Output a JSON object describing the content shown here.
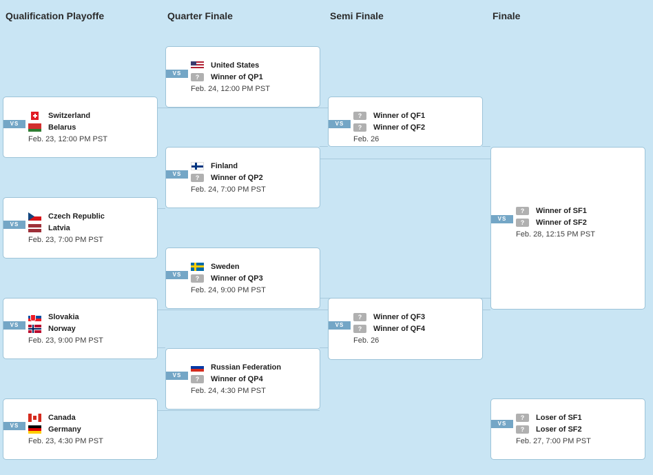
{
  "columns": {
    "qp": "Qualification Playoffe",
    "qf": "Quarter Finale",
    "sf": "Semi Finale",
    "f": "Finale"
  },
  "vs_label": "VS",
  "unknown_glyph": "?",
  "matches": {
    "qp1": {
      "team1": "Switzerland",
      "team2": "Belarus",
      "date": "Feb. 23, 12:00 PM PST"
    },
    "qp2": {
      "team1": "Czech Republic",
      "team2": "Latvia",
      "date": "Feb. 23, 7:00 PM PST"
    },
    "qp3": {
      "team1": "Slovakia",
      "team2": "Norway",
      "date": "Feb. 23, 9:00 PM PST"
    },
    "qp4": {
      "team1": "Canada",
      "team2": "Germany",
      "date": "Feb. 23, 4:30 PM PST"
    },
    "qf1": {
      "team1": "United States",
      "team2": "Winner of QP1",
      "date": "Feb. 24, 12:00 PM PST"
    },
    "qf2": {
      "team1": "Finland",
      "team2": "Winner of QP2",
      "date": "Feb. 24, 7:00 PM PST"
    },
    "qf3": {
      "team1": "Sweden",
      "team2": "Winner of QP3",
      "date": "Feb. 24, 9:00 PM PST"
    },
    "qf4": {
      "team1": "Russian Federation",
      "team2": "Winner of QP4",
      "date": "Feb. 24, 4:30 PM PST"
    },
    "sf1": {
      "team1": "Winner of QF1",
      "team2": "Winner of QF2",
      "date": "Feb. 26"
    },
    "sf2": {
      "team1": "Winner of QF3",
      "team2": "Winner of QF4",
      "date": "Feb. 26"
    },
    "final": {
      "team1": "Winner of SF1",
      "team2": "Winner of SF2",
      "date": "Feb. 28, 12:15 PM PST"
    },
    "bronze": {
      "team1": "Loser of SF1",
      "team2": "Loser of SF2",
      "date": "Feb. 27, 7:00 PM PST"
    }
  }
}
